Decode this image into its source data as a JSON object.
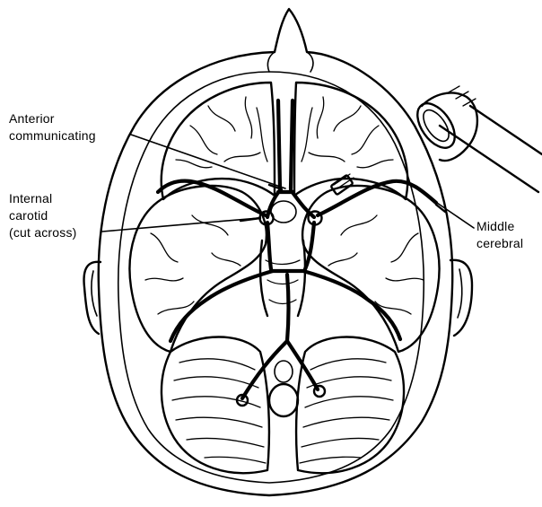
{
  "labels": {
    "anterior_communicating": [
      "Anterior",
      "communicating"
    ],
    "internal_carotid": [
      "Internal",
      "carotid",
      "(cut across)"
    ],
    "middle_cerebral": [
      "Middle",
      "cerebral"
    ]
  },
  "colors": {
    "ink": "#000000",
    "background": "#ffffff"
  },
  "icons": {
    "light-source": "flashlight-icon"
  }
}
